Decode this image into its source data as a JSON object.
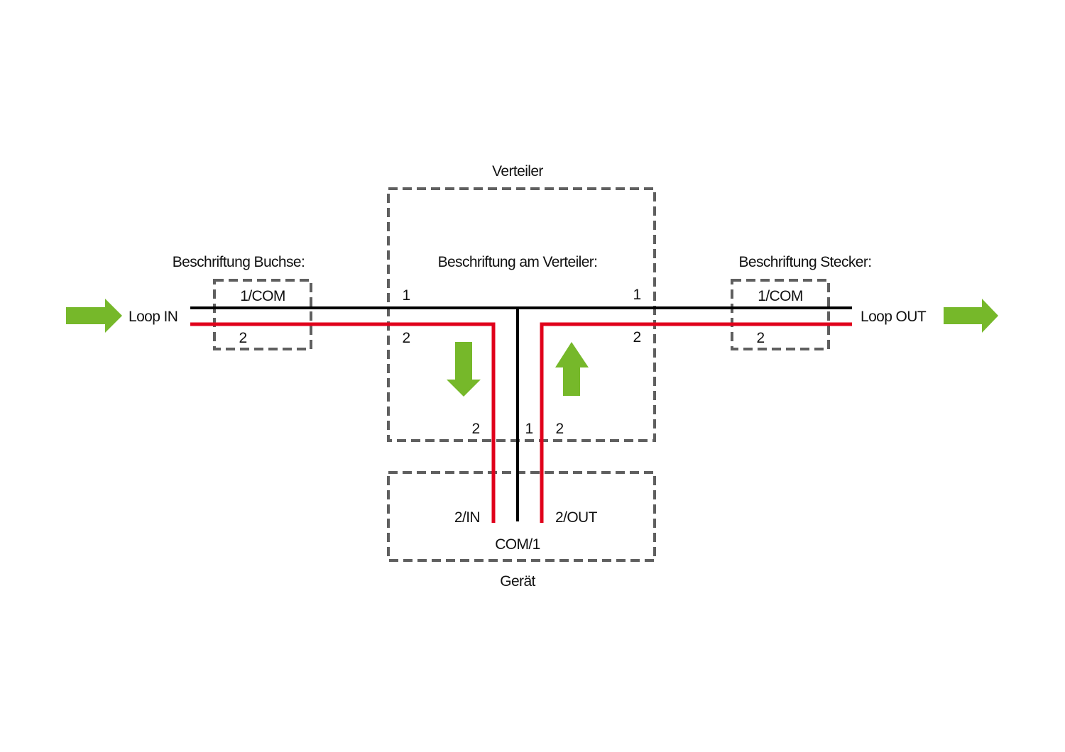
{
  "colors": {
    "arrow": "#76b82a",
    "wire_2": "#e0001b",
    "wire_1": "#000000",
    "box_border": "#5f5f5f"
  },
  "labels": {
    "verteiler": "Verteiler",
    "geraet": "Gerät",
    "beschriftung_buchse": "Beschriftung Buchse:",
    "beschriftung_verteiler": "Beschriftung am Verteiler:",
    "beschriftung_stecker": "Beschriftung Stecker:",
    "loop_in": "Loop IN",
    "loop_out": "Loop OUT"
  },
  "buchse": {
    "top": "1/COM",
    "bottom": "2"
  },
  "stecker": {
    "top": "1/COM",
    "bottom": "2"
  },
  "verteiler_pins": {
    "left_top": "1",
    "left_bottom": "2",
    "right_top": "1",
    "right_bottom": "2",
    "bottom_left": "2",
    "bottom_mid": "1",
    "bottom_right": "2"
  },
  "geraet_pins": {
    "in": "2/IN",
    "out": "2/OUT",
    "com": "COM/1"
  }
}
